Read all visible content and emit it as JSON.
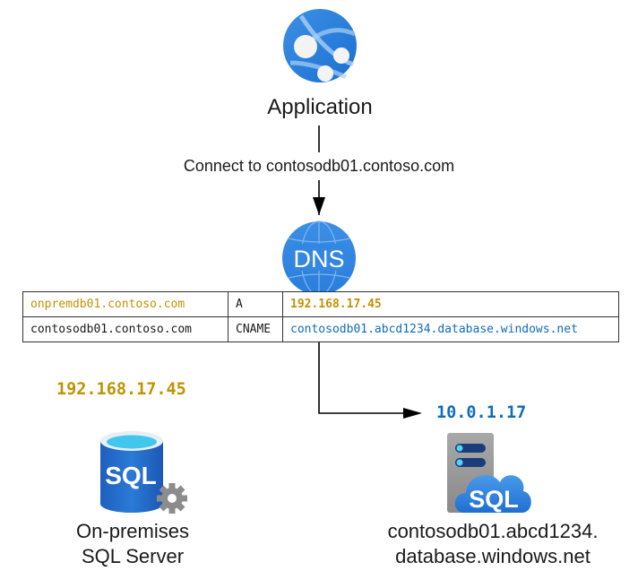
{
  "application": {
    "icon": "app-service-globe-icon",
    "label": "Application"
  },
  "connection": {
    "label": "Connect to contosodb01.contoso.com"
  },
  "dns": {
    "icon": "dns-globe-icon",
    "icon_text": "DNS",
    "records": [
      {
        "name": "onpremdb01.contoso.com",
        "type": "A",
        "value": "192.168.17.45",
        "color": "#c19203"
      },
      {
        "name": "contosodb01.contoso.com",
        "type": "CNAME",
        "value": "contosodb01.abcd1234.database.windows.net",
        "color": "#0f6cbd"
      }
    ]
  },
  "onprem": {
    "ip": "192.168.17.45",
    "icon": "sql-server-database-gear-icon",
    "icon_text": "SQL",
    "label_line1": "On-premises",
    "label_line2": "SQL Server"
  },
  "azure": {
    "ip": "10.0.1.17",
    "icon": "azure-sql-server-cloud-icon",
    "icon_text": "SQL",
    "label_line1": "contosodb01.abcd1234.",
    "label_line2": "database.windows.net"
  },
  "colors": {
    "ip_onprem": "#c19203",
    "ip_azure": "#0f6cbd",
    "icon_blue": "#2f86e0",
    "text": "#1a1a1a"
  }
}
